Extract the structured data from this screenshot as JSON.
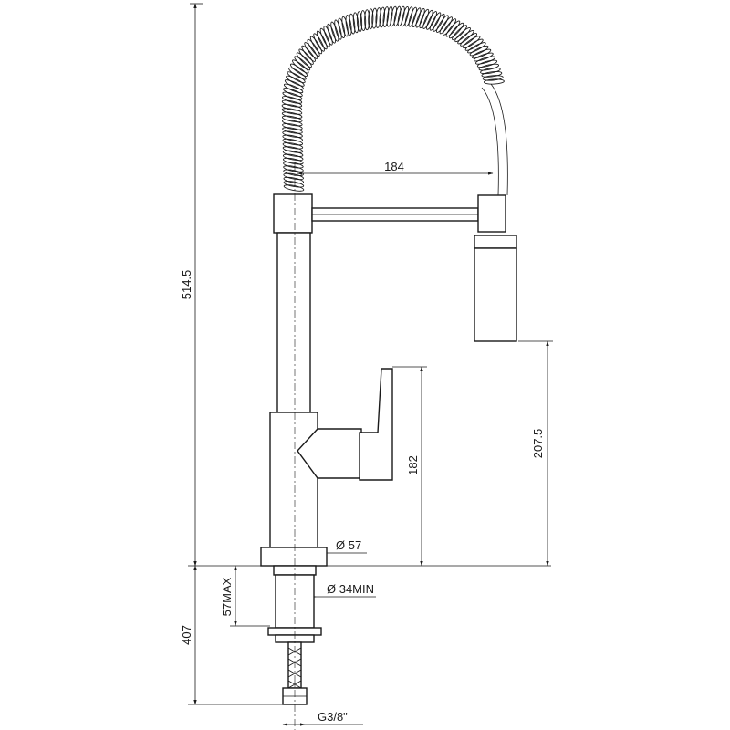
{
  "dimensions": {
    "total_height": "514.5",
    "spout_reach": "184",
    "spout_clearance": "207.5",
    "lever_height": "182",
    "base_diameter": "Ø 57",
    "shank_diameter": "Ø 34MIN",
    "max_deck_thickness": "57MAX",
    "below_deck_length": "407",
    "connection_thread": "G3/8\""
  }
}
